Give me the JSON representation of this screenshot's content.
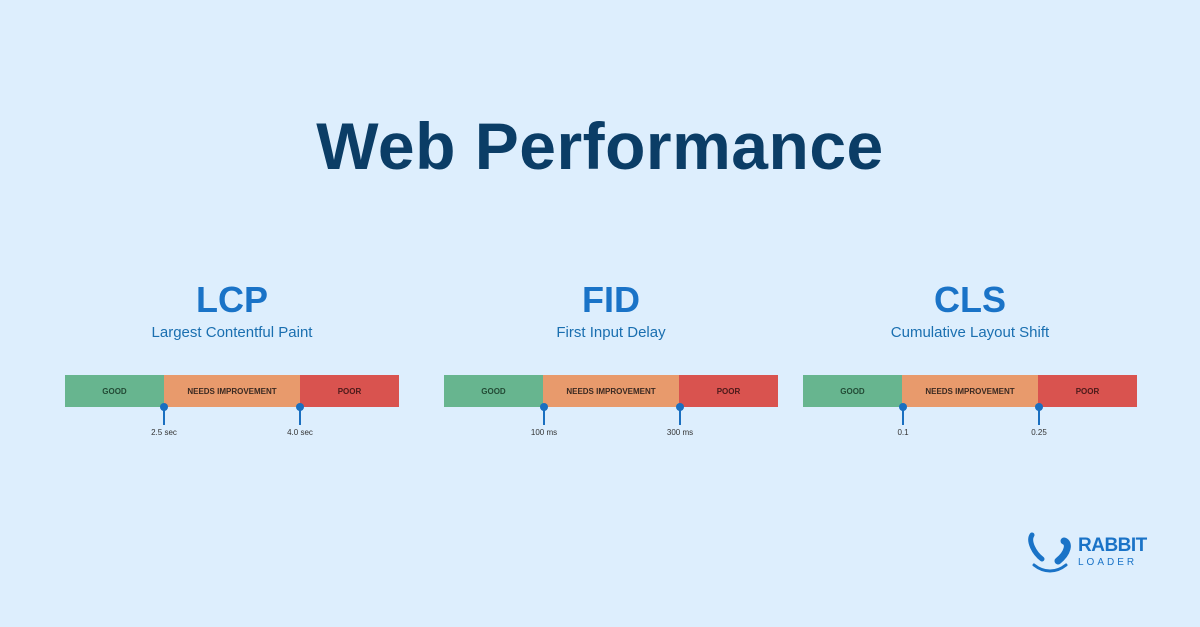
{
  "title": "Web Performance",
  "metrics": [
    {
      "acronym": "LCP",
      "name": "Largest Contentful Paint",
      "segments": [
        "GOOD",
        "NEEDS IMPROVEMENT",
        "POOR"
      ],
      "thresholds": [
        "2.5 sec",
        "4.0 sec"
      ]
    },
    {
      "acronym": "FID",
      "name": "First Input Delay",
      "segments": [
        "GOOD",
        "NEEDS IMPROVEMENT",
        "POOR"
      ],
      "thresholds": [
        "100 ms",
        "300 ms"
      ]
    },
    {
      "acronym": "CLS",
      "name": "Cumulative Layout Shift",
      "segments": [
        "GOOD",
        "NEEDS IMPROVEMENT",
        "POOR"
      ],
      "thresholds": [
        "0.1",
        "0.25"
      ]
    }
  ],
  "logo": {
    "line1": "RABBIT",
    "line2": "LOADER"
  },
  "colors": {
    "good": "#67b58f",
    "needs": "#e89a6c",
    "poor": "#d9534f",
    "accent": "#1a73c7",
    "title": "#0b3d66"
  }
}
